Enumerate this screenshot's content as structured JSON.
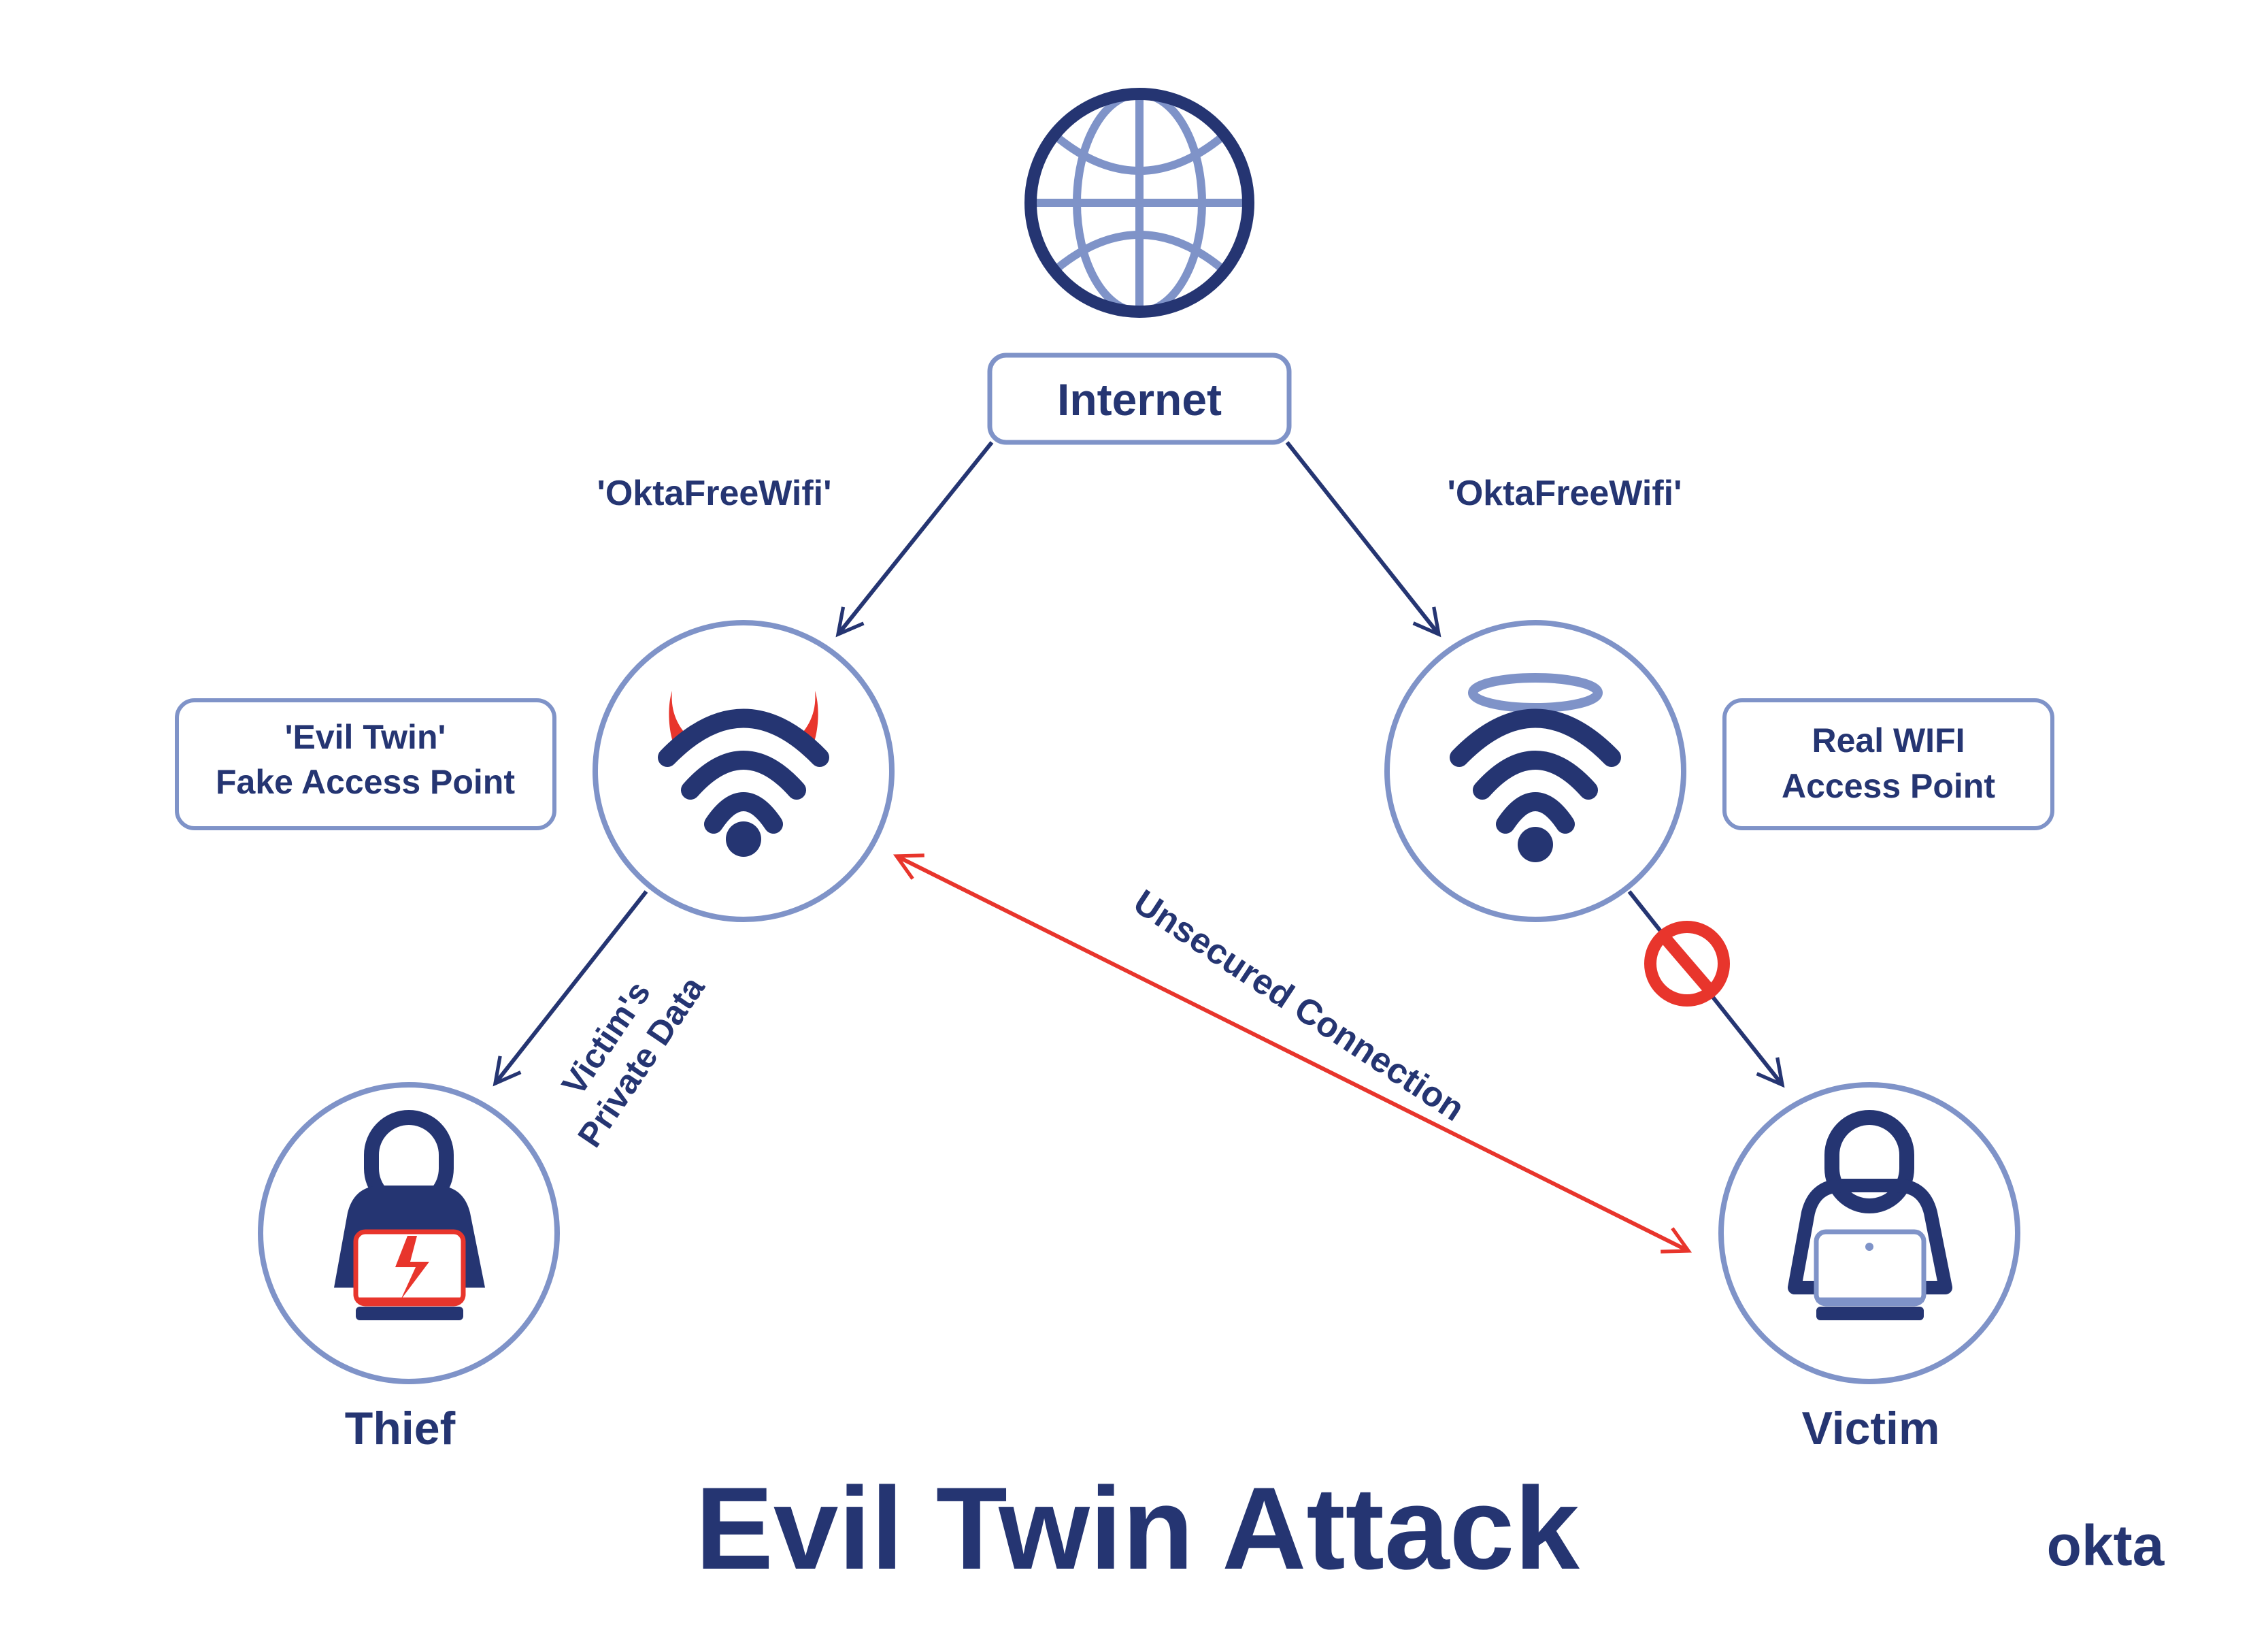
{
  "colors": {
    "navy": "#253572",
    "periwinkle": "#7f93c8",
    "red": "#e8352c",
    "background": "#ffffff"
  },
  "title": "Evil Twin Attack",
  "logo": "okta",
  "nodes": {
    "internet": {
      "label": "Internet",
      "icon": "globe-icon"
    },
    "evil_ap": {
      "label_line1": "'Evil Twin'",
      "label_line2": "Fake Access Point",
      "icon": "wifi-devil-icon"
    },
    "real_ap": {
      "label_line1": "Real WIFI",
      "label_line2": "Access Point",
      "icon": "wifi-halo-icon"
    },
    "thief": {
      "label": "Thief",
      "icon": "person-hacker-laptop-icon"
    },
    "victim": {
      "label": "Victim",
      "icon": "person-laptop-icon"
    }
  },
  "edges": {
    "internet_to_evil": {
      "label": "'OktaFreeWifi'"
    },
    "internet_to_real": {
      "label": "'OktaFreeWifi'"
    },
    "evil_to_thief": {
      "label_line1": "Victim's",
      "label_line2": "Private Data"
    },
    "evil_victim": {
      "label": "Unsecured Connection"
    },
    "real_to_victim": {
      "blocked": true,
      "icon": "no-entry-icon"
    }
  }
}
